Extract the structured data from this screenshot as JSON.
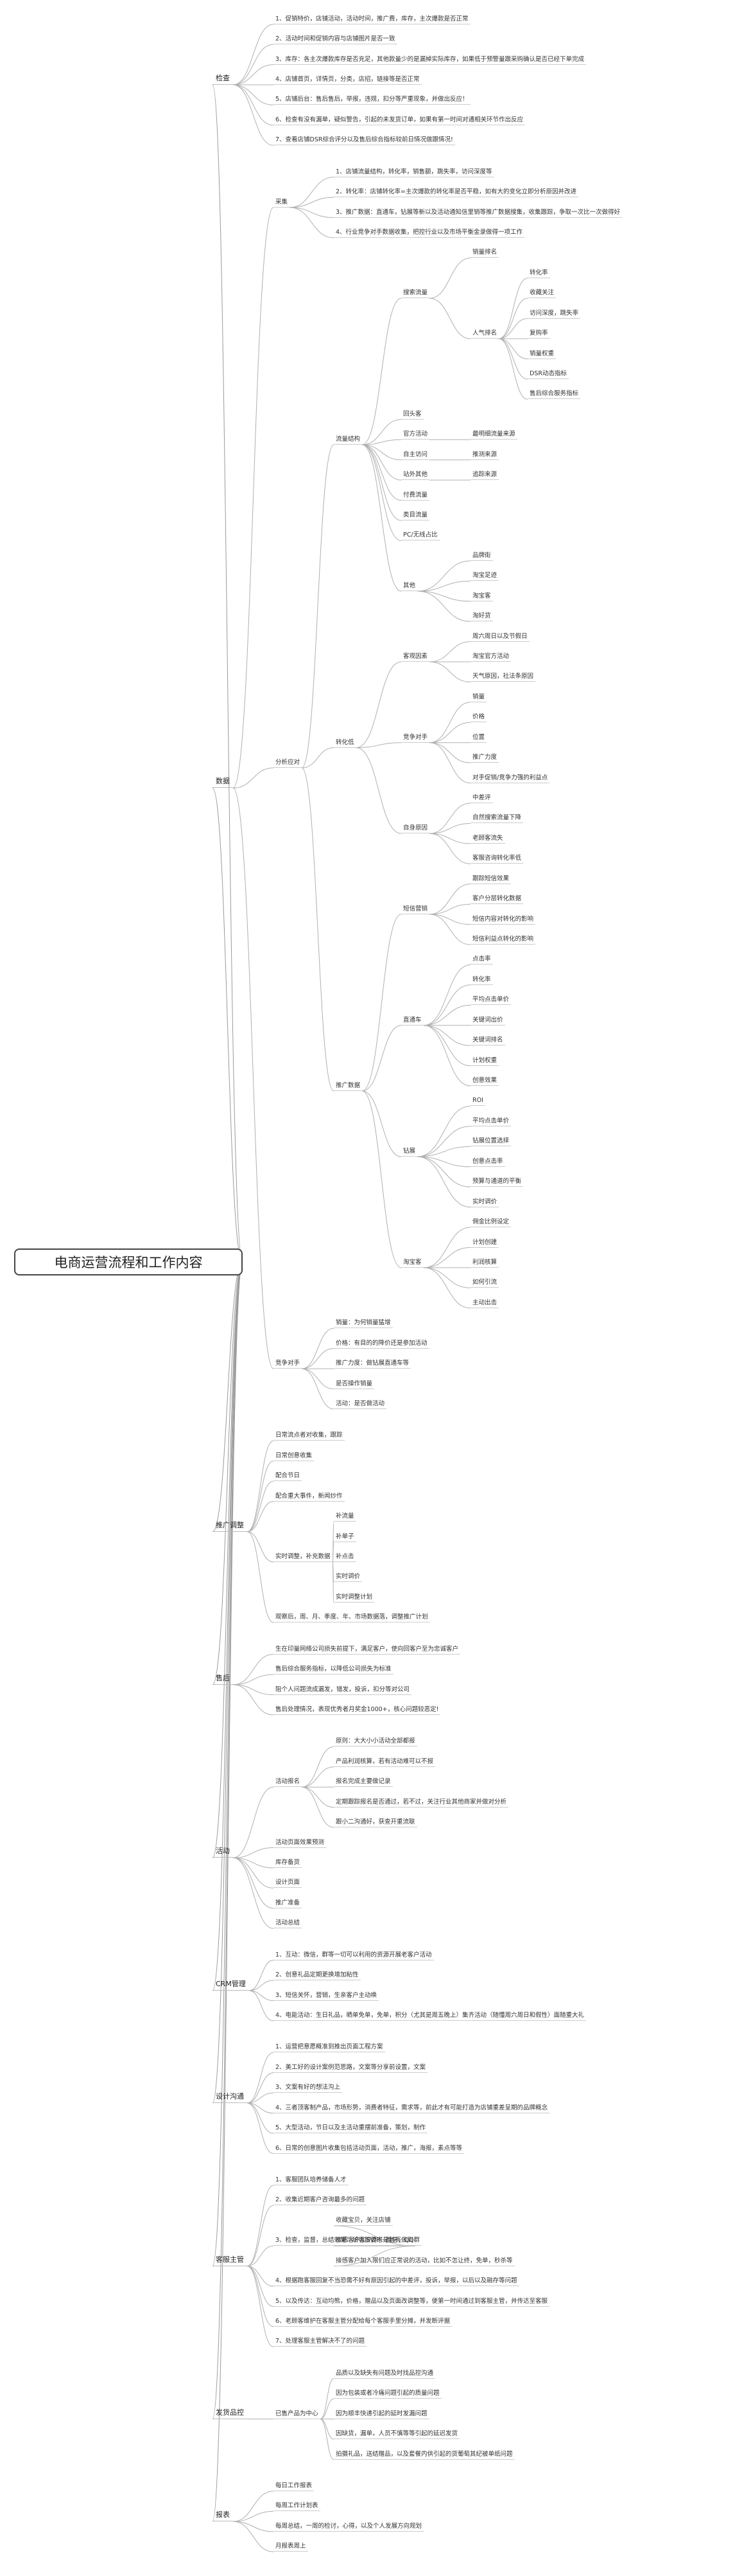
{
  "root": "电商运营流程和工作内容",
  "branches": [
    {
      "label": "检查",
      "children": [
        {
          "label": "1、促销特价，店铺活动，活动时间，推广费，库存，主次爆款是否正常"
        },
        {
          "label": "2、活动时间和促销内容与店铺图片是否一致"
        },
        {
          "label": "3、库存：各主次爆款库存是否充足，其他款量少的是漏掉实际库存，如果低于预警量跟采购确认是否已经下单完成"
        },
        {
          "label": "4、店铺首页，详情页，分类，店招，链接等是否正常"
        },
        {
          "label": "5、店铺后台：售后售后，举报，违规，扣分等严重现象，并做出反应！"
        },
        {
          "label": "6、检查有没有漏单，疑似警告，引起的未发货订单，如果有第一时间对通相关环节作出反应"
        },
        {
          "label": "7、查看店铺DSR综合评分以及售后综合指标较前日情况做跟情况!"
        }
      ]
    },
    {
      "label": "数据",
      "children": [
        {
          "label": "采集",
          "children": [
            {
              "label": "1、店铺流量结构，转化率，销售额，跳失率，访问深度等"
            },
            {
              "label": "2、转化率：店铺转化率=主次爆款的转化率是否平稳，如有大的变化立即分析原因并改进"
            },
            {
              "label": "3、推广数据：直通车，钻展等新以及活动通知信里销等推广数据搜集，收集跟踪，争取一次比一次做得好"
            },
            {
              "label": "4、行业竞争对手数据收集，把控行业以及市场平衡金录做得一项工作"
            }
          ]
        },
        {
          "label": "分析应对",
          "children": [
            {
              "label": "流量结构",
              "children": [
                {
                  "label": "搜索流量",
                  "children": [
                    {
                      "label": "销量排名"
                    },
                    {
                      "label": "人气排名",
                      "children": [
                        {
                          "label": "转化率"
                        },
                        {
                          "label": "收藏关注"
                        },
                        {
                          "label": "访问深度，跳失率"
                        },
                        {
                          "label": "复购率"
                        },
                        {
                          "label": "销量权重"
                        },
                        {
                          "label": "DSR动态指标"
                        },
                        {
                          "label": "售后综合服务指标"
                        }
                      ]
                    }
                  ]
                },
                {
                  "label": "回头客"
                },
                {
                  "label": "官方活动",
                  "children": [
                    {
                      "label": "最明细流量来源"
                    }
                  ]
                },
                {
                  "label": "自主访问",
                  "children": [
                    {
                      "label": "推测来源"
                    }
                  ]
                },
                {
                  "label": "站外其他",
                  "children": [
                    {
                      "label": "追踪来源"
                    }
                  ]
                },
                {
                  "label": "付费流量"
                },
                {
                  "label": "类目流量"
                },
                {
                  "label": "PC/无线占比"
                },
                {
                  "label": "其他",
                  "children": [
                    {
                      "label": "品牌街"
                    },
                    {
                      "label": "淘宝足迹"
                    },
                    {
                      "label": "淘宝客"
                    },
                    {
                      "label": "淘好货"
                    }
                  ]
                }
              ]
            },
            {
              "label": "转化低",
              "children": [
                {
                  "label": "客观因素",
                  "children": [
                    {
                      "label": "周六周日以及节假日"
                    },
                    {
                      "label": "淘宝官方活动"
                    },
                    {
                      "label": "天气原因，社法条原因"
                    }
                  ]
                },
                {
                  "label": "竞争对手",
                  "children": [
                    {
                      "label": "销量"
                    },
                    {
                      "label": "价格"
                    },
                    {
                      "label": "位置"
                    },
                    {
                      "label": "推广力度"
                    },
                    {
                      "label": "对手促销/竞争力强的利益点"
                    }
                  ]
                },
                {
                  "label": "自身原因",
                  "children": [
                    {
                      "label": "中差评"
                    },
                    {
                      "label": "自然搜索流量下降"
                    },
                    {
                      "label": "老顾客流失"
                    },
                    {
                      "label": "客服咨询转化率低"
                    }
                  ]
                }
              ]
            },
            {
              "label": "推广数据",
              "children": [
                {
                  "label": "短信营销",
                  "children": [
                    {
                      "label": "跟踪短信效果"
                    },
                    {
                      "label": "客户分层转化数据"
                    },
                    {
                      "label": "短信内容对转化的影响"
                    },
                    {
                      "label": "短信利益点转化的影响"
                    }
                  ]
                },
                {
                  "label": "直通车",
                  "children": [
                    {
                      "label": "点击率"
                    },
                    {
                      "label": "转化率"
                    },
                    {
                      "label": "平均点击单价"
                    },
                    {
                      "label": "关键词出价"
                    },
                    {
                      "label": "关键词排名"
                    },
                    {
                      "label": "计划权重"
                    },
                    {
                      "label": "创意效果"
                    }
                  ]
                },
                {
                  "label": "钻展",
                  "children": [
                    {
                      "label": "ROI"
                    },
                    {
                      "label": "平均点击单价"
                    },
                    {
                      "label": "钻展位置选择"
                    },
                    {
                      "label": "创意点击率"
                    },
                    {
                      "label": "预算与通道的平衡"
                    },
                    {
                      "label": "实时调价"
                    }
                  ]
                },
                {
                  "label": "淘宝客",
                  "children": [
                    {
                      "label": "佣金比例设定"
                    },
                    {
                      "label": "计划创建"
                    },
                    {
                      "label": "利润核算"
                    },
                    {
                      "label": "如何引流"
                    },
                    {
                      "label": "主动出击"
                    }
                  ]
                }
              ]
            }
          ]
        },
        {
          "label": "竞争对手",
          "children": [
            {
              "label": "销量：为何销量猛增"
            },
            {
              "label": "价格：有目的的降价还是参加活动"
            },
            {
              "label": "推广力度：做钻展直通车等"
            },
            {
              "label": "是否操作销量"
            },
            {
              "label": "活动：是否做活动"
            }
          ]
        }
      ]
    },
    {
      "label": "推广调整",
      "children": [
        {
          "label": "日常流点者对收集，跟踪"
        },
        {
          "label": "日常创意收集"
        },
        {
          "label": "配合节日"
        },
        {
          "label": "配合重大事件，新闻炒作"
        },
        {
          "label": "实时调整，补充数据",
          "children": [
            {
              "label": "补流量"
            },
            {
              "label": "补单子"
            },
            {
              "label": "补点击"
            },
            {
              "label": "实时调价"
            },
            {
              "label": "实时调整计划"
            }
          ]
        },
        {
          "label": "观察后，周、月、季度、年、市场数据落，调整推广计划"
        }
      ]
    },
    {
      "label": "售后",
      "children": [
        {
          "label": "生在印量网络公司损失前提下，满足客户，使向回客户至为忠诚客户"
        },
        {
          "label": "售后综合服务指标，以降低公司损失为标准"
        },
        {
          "label": "阻个人问题流成漏发，错发，投诉，扣分等对公司"
        },
        {
          "label": "售后处理情况，表现优秀者月奖金1000+，核心问题较恶定!"
        }
      ]
    },
    {
      "label": "活动",
      "children": [
        {
          "label": "活动报名",
          "children": [
            {
              "label": "原则：大大小小活动全部都报"
            },
            {
              "label": "产品利润核算，若有活动难可以不报"
            },
            {
              "label": "报名完成主要做记录"
            },
            {
              "label": "定期跟踪报名是否通过，若不过，关注行业其他商家并做对分析"
            },
            {
              "label": "跟小二沟通好，获查开重流联"
            }
          ]
        },
        {
          "label": "活动页面效果预测"
        },
        {
          "label": "库存备货"
        },
        {
          "label": "设计页面"
        },
        {
          "label": "推广准备"
        },
        {
          "label": "活动总结"
        }
      ]
    },
    {
      "label": "CRM管理",
      "children": [
        {
          "label": "1、互动：微信，群等一切可以利用的资源开展老客户活动"
        },
        {
          "label": "2、创意礼品定期更换增加粘性"
        },
        {
          "label": "3、短信关怀，营销，生亲客户主动唤"
        },
        {
          "label": "4、电能活动：生日礼品，晒单免单，免单，积分（尤其是周五晚上）集齐活动（随懂周六周日和假性）面随重大礼"
        }
      ]
    },
    {
      "label": "设计沟通",
      "children": [
        {
          "label": "1、运营把意愿概准到推出页面工程方案"
        },
        {
          "label": "2、美工好的设计案例范思路，文案等分享前设置，文案"
        },
        {
          "label": "3、文案有好的想法沟上"
        },
        {
          "label": "4、三者顶客制产品，市场形势，消费者特征，需求等，前此才有可能打造为店铺重差呈期的品牌概念"
        },
        {
          "label": "5、大型活动，节日以及主活动重摆前准备，策划，制作"
        },
        {
          "label": "6、日常的创意图片收集包括活动页面，活动，推广，海报，素点等等"
        }
      ]
    },
    {
      "label": "客服主管",
      "children": [
        {
          "label": "1、客服团队培养储备人才"
        },
        {
          "label": "2、收集近期客户咨询最多的问题"
        },
        {
          "label": "3、检查，监督，总结效果：给客服要求是甚亮做到",
          "children": [
            {
              "label": "收藏宝贝，关注店铺"
            },
            {
              "label": "接感客户加SVIP，微信，QQ群"
            },
            {
              "label": "接感客户加入限们应正常说的活动，比如不怎让终，免单，秒杀等"
            }
          ]
        },
        {
          "label": "4、根据跑客服回复不当恐需不好有原因引起的中差评，投诉，举报，以后以及融存等问题"
        },
        {
          "label": "5、以及传达：互动均熊，价格，赠品以及页面改调整等，便第一时间通过到客服主管，并传达至客服"
        },
        {
          "label": "6、老顾客维护在客服主管分配给每个客服手里分摊，并发断评据"
        },
        {
          "label": "7、处理客服主管解决不了的问题"
        }
      ]
    },
    {
      "label": "发货品控",
      "children": [
        {
          "label": "已售产品为中心",
          "children": [
            {
              "label": "品质以及缺失有问题及时找品控沟通"
            },
            {
              "label": "因为包装或者冷痛问题引起的质量问题"
            },
            {
              "label": "因为顺丰快递引起的延时发漏问题"
            },
            {
              "label": "因缺货，漏单，人员不慎等等引起的延迟发货"
            },
            {
              "label": "拍摄礼品，送结赠品，以及套餐内供引起的货葡萄其纪被单纸问题"
            }
          ]
        }
      ]
    },
    {
      "label": "报表",
      "children": [
        {
          "label": "每日工作报表"
        },
        {
          "label": "每周工作计划表"
        },
        {
          "label": "每周总结，一周的检讨，心得，以及个人发展方向规划"
        },
        {
          "label": "月报表周上"
        }
      ]
    }
  ]
}
